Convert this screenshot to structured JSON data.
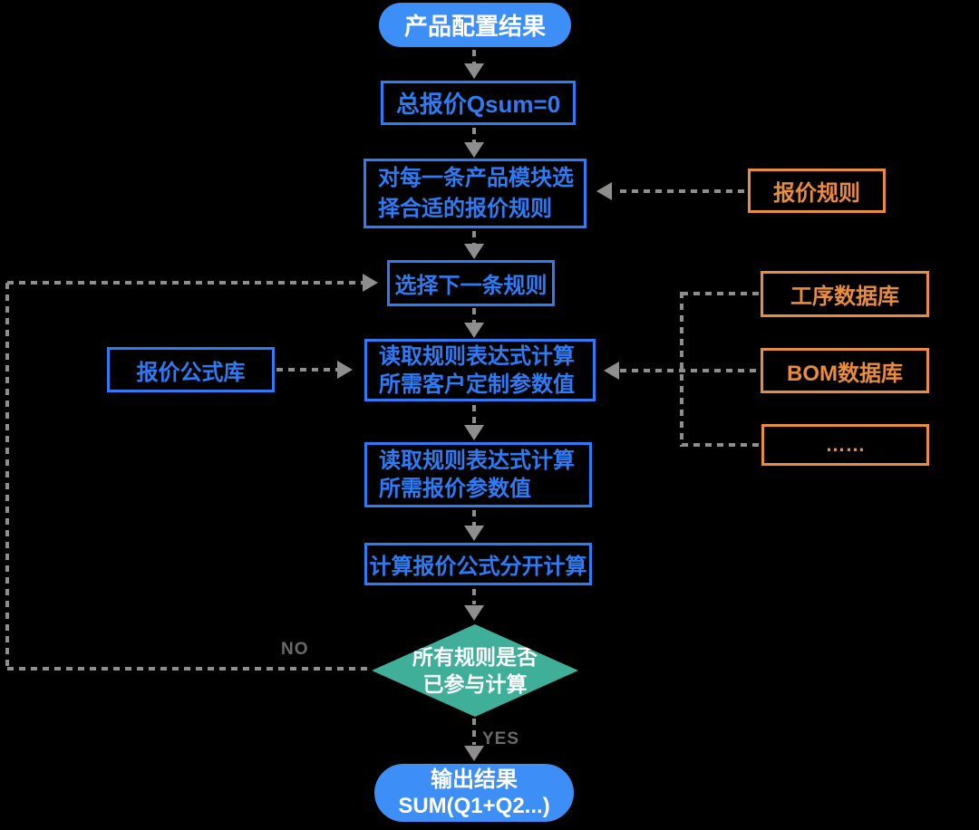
{
  "diagram_title": "quotation-calculation-flowchart",
  "colors": {
    "background": "#000000",
    "node_fill_blue": "#3E8EF7",
    "node_stroke_blue": "#2E7CF5",
    "accent_orange": "#E98C3C",
    "decision_teal": "#3FAF9A",
    "connector_gray": "#8E8E8E",
    "branch_label_gray": "#6A6A6A",
    "text_white": "#FFFFFF"
  },
  "nodes": {
    "start": {
      "text": "产品配置结果"
    },
    "init": {
      "text": "总报价Qsum=0"
    },
    "choose_rule": {
      "line1": "对每一条产品模块选",
      "line2": "择合适的报价规则"
    },
    "quote_rule_ref": {
      "text": "报价规则"
    },
    "next_rule": {
      "text": "选择下一条规则"
    },
    "formula_lib": {
      "text": "报价公式库"
    },
    "read_customer_params": {
      "line1": "读取规则表达式计算",
      "line2": "所需客户定制参数值"
    },
    "process_db": {
      "text": "工序数据库"
    },
    "bom_db": {
      "text": "BOM数据库"
    },
    "more_db": {
      "text": "……"
    },
    "read_quote_params": {
      "line1": "读取规则表达式计算",
      "line2": "所需报价参数值"
    },
    "calc_split": {
      "text": "计算报价公式分开计算"
    },
    "decision": {
      "line1": "所有规则是否",
      "line2": "已参与计算"
    },
    "end": {
      "line1": "输出结果",
      "line2": "SUM(Q1+Q2...)"
    }
  },
  "labels": {
    "no": "NO",
    "yes": "YES"
  }
}
